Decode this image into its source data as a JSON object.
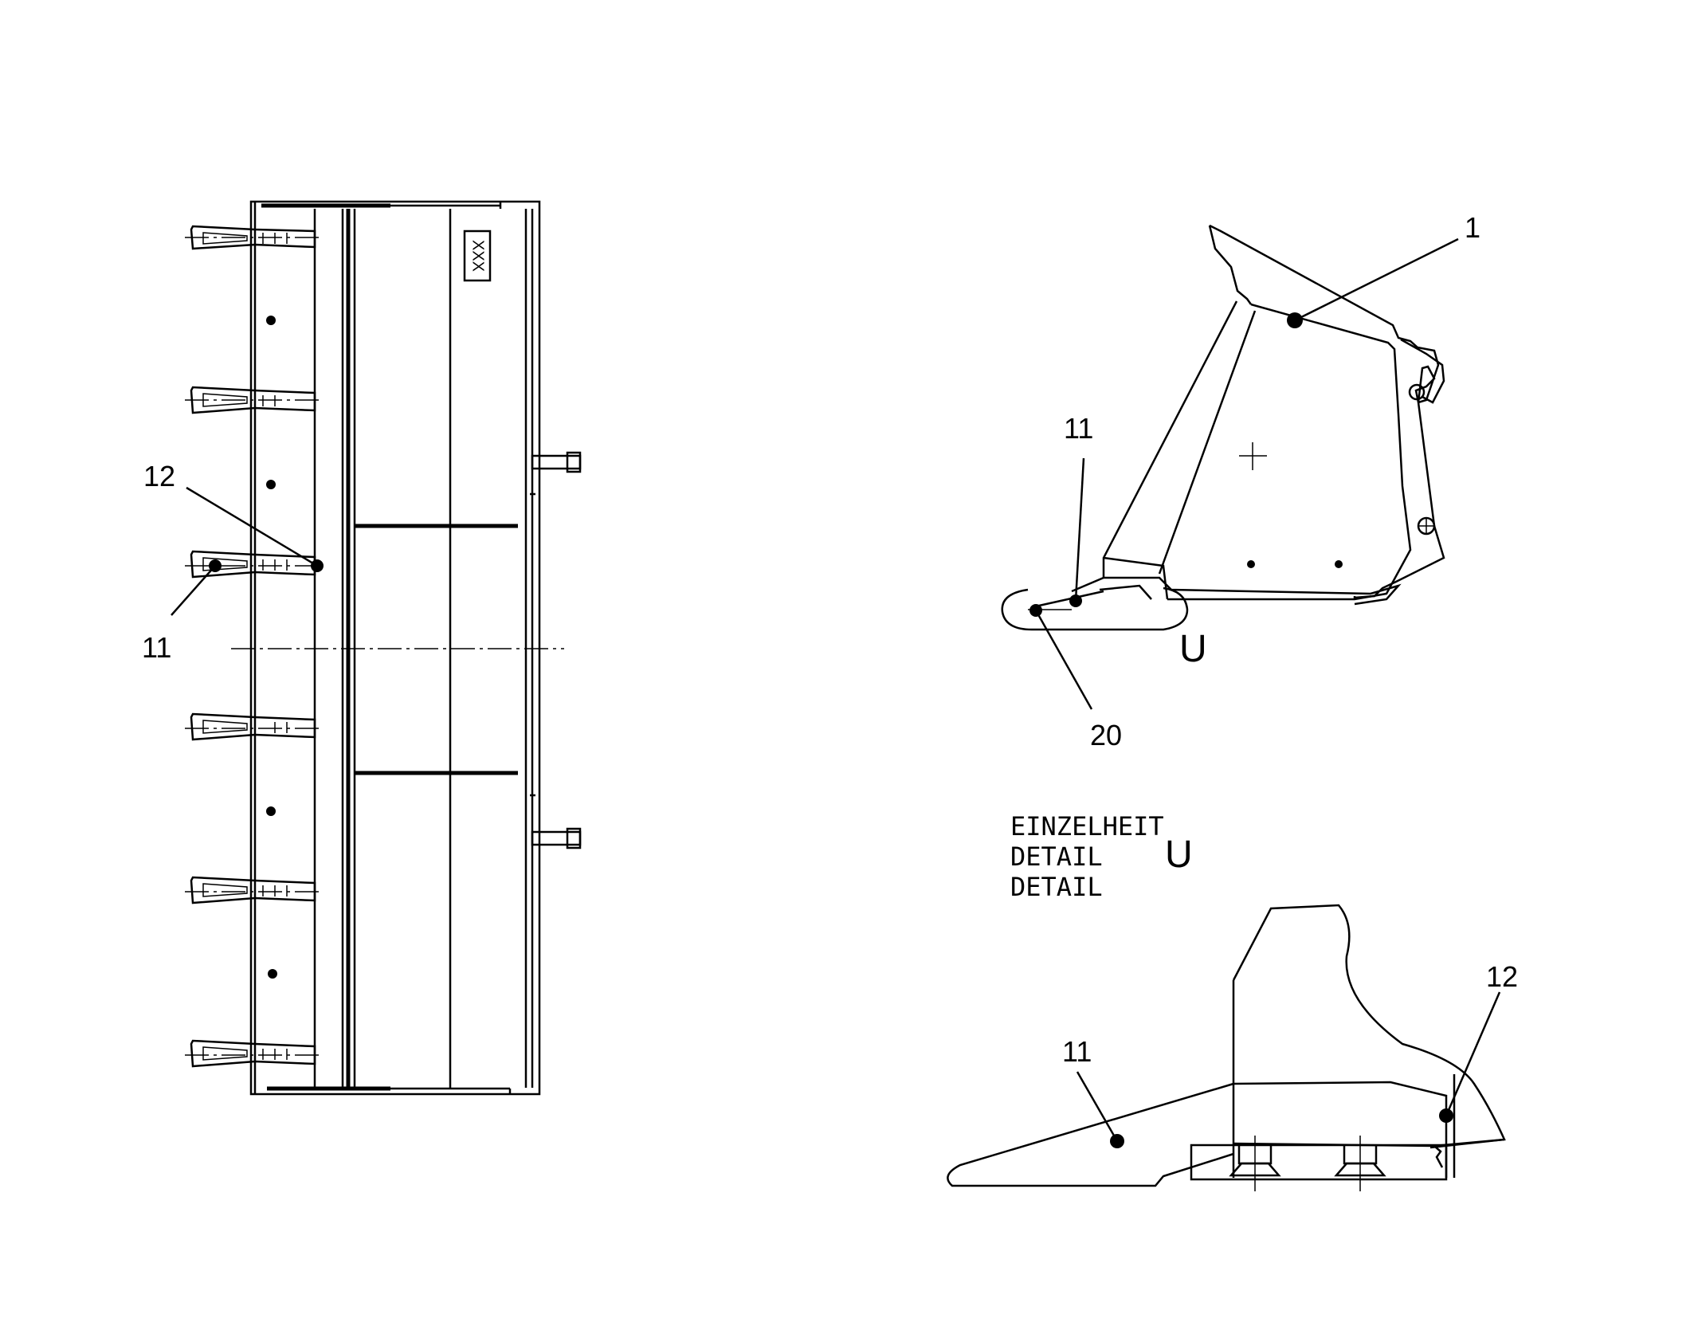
{
  "front_view": {
    "callouts": [
      "12",
      "11"
    ]
  },
  "side_view": {
    "callouts": [
      "1",
      "11",
      "20"
    ],
    "detail_marker": "U"
  },
  "detail_view": {
    "caption_lines": [
      "EINZELHEIT",
      "DETAIL",
      "DETAIL"
    ],
    "caption_letter": "U",
    "callouts": [
      "11",
      "12"
    ]
  },
  "plate_text": "XXX"
}
